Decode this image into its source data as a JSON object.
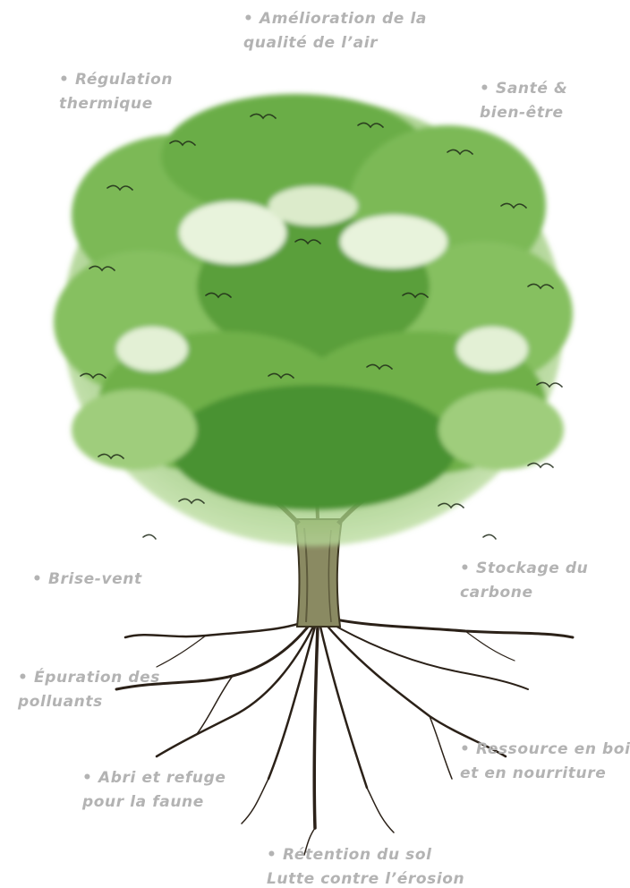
{
  "colors": {
    "label_text": "#b3b3b3",
    "foliage_dark": "#3f8a2c",
    "foliage_mid": "#6fb04a",
    "foliage_light": "#b8dc95",
    "trunk": "#8a8a62",
    "roots": "#2b2118"
  },
  "illustration": {
    "subject": "tree-with-roots"
  },
  "labels": {
    "air": {
      "line1": "• Amélioration de la",
      "line2": "qualité de l’air"
    },
    "thermal": {
      "line1": "• Régulation",
      "line2": "thermique"
    },
    "health": {
      "line1": "• Santé &",
      "line2": "bien-être"
    },
    "wind": {
      "line1": "• Brise-vent"
    },
    "carbon": {
      "line1": "• Stockage du",
      "line2": "carbone"
    },
    "pollutants": {
      "line1": "• Épuration des",
      "line2": "polluants"
    },
    "resource": {
      "line1": "• Ressource en bois",
      "line2": "et en nourriture"
    },
    "fauna": {
      "line1": "• Abri et refuge",
      "line2": "pour la faune"
    },
    "soil": {
      "line1": "• Rétention du sol",
      "line2": "Lutte contre l’érosion"
    }
  }
}
